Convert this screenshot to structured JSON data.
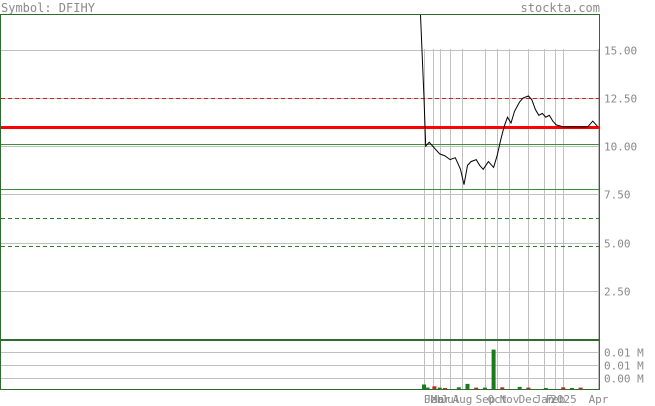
{
  "header": {
    "symbol_label": "Symbol: DFIHY",
    "site": "stockta.com"
  },
  "colors": {
    "frame": "#2e6b2e",
    "price": "#000000",
    "support_solid": "#3d8f3d",
    "support_dashed": "#2e7a2e",
    "resistance_solid": "#ff0000",
    "resistance_dashed": "#cc2222",
    "volume_up": "#1e7a1e",
    "volume_down": "#cc2222",
    "grid": "#c0c0c0",
    "label": "#8a8a8a"
  },
  "chart_data": [
    {
      "type": "line",
      "title": "",
      "xlabel": "",
      "ylabel": "",
      "ylim": [
        0,
        16.8
      ],
      "y_ticks": [
        2.5,
        5.0,
        7.5,
        10.0,
        12.5,
        15.0
      ],
      "y_tick_labels": [
        "2.50",
        "5.00",
        "7.50",
        "10.00",
        "12.50",
        "15.00"
      ],
      "x_tick_labels": [
        "Jan",
        "Feb",
        "Mar",
        "Jul",
        "Aug",
        "Sep",
        "Oct",
        "Nov",
        "Dec",
        "Jan",
        "Feb",
        "2025",
        "Apr"
      ],
      "x_tick_positions": [
        0.0,
        0.05,
        0.09,
        0.15,
        0.22,
        0.35,
        0.42,
        0.49,
        0.6,
        0.69,
        0.75,
        0.8,
        1.0
      ],
      "series": [
        {
          "x": [
            -0.02,
            0.0,
            0.01,
            0.03,
            0.06,
            0.09,
            0.12,
            0.15,
            0.18,
            0.21,
            0.23,
            0.25,
            0.27,
            0.3,
            0.32,
            0.34,
            0.37,
            0.4,
            0.42,
            0.44,
            0.46,
            0.48,
            0.5,
            0.52,
            0.55,
            0.57,
            0.6,
            0.62,
            0.64,
            0.66,
            0.68,
            0.7,
            0.72,
            0.74,
            0.76,
            0.8,
            0.85,
            0.9,
            0.94,
            0.97,
            1.0
          ],
          "y": [
            16.8,
            12.5,
            10.0,
            10.2,
            9.9,
            9.6,
            9.5,
            9.3,
            9.4,
            8.8,
            8.0,
            9.0,
            9.2,
            9.3,
            9.0,
            8.8,
            9.2,
            8.9,
            9.5,
            10.3,
            11.0,
            11.5,
            11.2,
            11.8,
            12.3,
            12.5,
            12.6,
            12.4,
            11.9,
            11.6,
            11.7,
            11.5,
            11.6,
            11.3,
            11.1,
            11.0,
            11.0,
            11.0,
            11.0,
            11.3,
            11.0
          ]
        }
      ],
      "reference_lines": [
        {
          "kind": "resistance",
          "style": "solid",
          "value": 11.0
        },
        {
          "kind": "resistance",
          "style": "dashed",
          "value": 12.5
        },
        {
          "kind": "support",
          "style": "solid",
          "value": 10.1
        },
        {
          "kind": "support",
          "style": "solid",
          "value": 7.8
        },
        {
          "kind": "support",
          "style": "dashed",
          "value": 6.3
        },
        {
          "kind": "support",
          "style": "dashed",
          "value": 4.8
        }
      ]
    },
    {
      "type": "bar",
      "title": "",
      "xlabel": "",
      "ylabel": "",
      "y_tick_labels": [
        "0.01 M",
        "0.01 M",
        "0.00 M"
      ],
      "ylim": [
        0,
        0.014
      ],
      "series": [
        {
          "x": [
            0.0,
            0.02,
            0.06,
            0.09,
            0.12,
            0.2,
            0.25,
            0.3,
            0.35,
            0.4,
            0.45,
            0.55,
            0.6,
            0.7,
            0.8,
            0.85,
            0.9
          ],
          "values": [
            0.0013,
            0.0004,
            0.0008,
            0.0004,
            0.0003,
            0.0005,
            0.0015,
            0.0004,
            0.0004,
            0.0115,
            0.0005,
            0.0006,
            0.0004,
            0.0003,
            0.0005,
            0.0003,
            0.0004
          ],
          "direction": [
            "up",
            "up",
            "down",
            "up",
            "down",
            "up",
            "up",
            "down",
            "up",
            "up",
            "down",
            "up",
            "down",
            "up",
            "down",
            "up",
            "down"
          ]
        }
      ]
    }
  ]
}
